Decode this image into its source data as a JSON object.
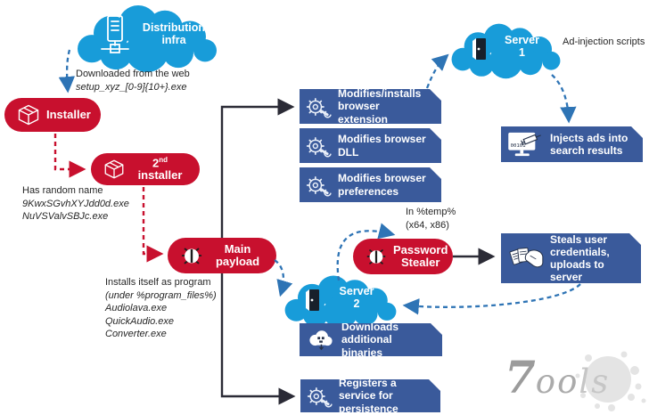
{
  "clouds": {
    "distribution": {
      "line1": "Distribution",
      "line2": "infra"
    },
    "server1": {
      "line1": "Server",
      "line2": "1"
    },
    "server2": {
      "line1": "Server",
      "line2": "2"
    }
  },
  "pills": {
    "installer": {
      "label": "Installer"
    },
    "installer2": {
      "num": "2",
      "sup": "nd",
      "rest": " installer"
    },
    "main_payload": {
      "label": "Main payload"
    },
    "password_stealer": {
      "label": "Password Stealer"
    }
  },
  "boxes": {
    "modifies_extension": {
      "label": "Modifies/installs browser extension"
    },
    "modifies_dll": {
      "label": "Modifies browser DLL"
    },
    "modifies_prefs": {
      "label": "Modifies browser preferences"
    },
    "injects_ads": {
      "label": "Injects ads into search results"
    },
    "steals_credentials": {
      "label": "Steals user credentials, uploads to server"
    },
    "downloads_binaries": {
      "label": "Downloads additional binaries"
    },
    "registers_service": {
      "label": "Registers a service for persistence"
    }
  },
  "annotations": {
    "downloaded": {
      "line1": "Downloaded from the web",
      "line2": "setup_xyz_[0-9]{10+}.exe"
    },
    "random_name": {
      "line1": "Has random name",
      "line2": "9KwxSGvhXYJdd0d.exe",
      "line3": "NuVSValvSBJc.exe"
    },
    "installs_itself": {
      "line1": "Installs itself as program",
      "line2": "(under %program_files%)",
      "line3": "Audiolava.exe",
      "line4": "QuickAudio.exe",
      "line5": "Converter.exe"
    },
    "ad_injection": "Ad-injection scripts",
    "in_temp": {
      "line1": "In %temp%",
      "line2": "(x64, x86)"
    }
  },
  "watermark": {
    "first": "7",
    "mid": "oo",
    "tail": "ls"
  },
  "colors": {
    "cloud_cyan": "#189CD9",
    "node_red": "#C8102E",
    "box_blue": "#3A5A9B",
    "arrow_blue": "#2E74B5",
    "arrow_dark": "#2B2B36",
    "text_ink": "#262626",
    "watermark_gray": "#ABABAB"
  }
}
